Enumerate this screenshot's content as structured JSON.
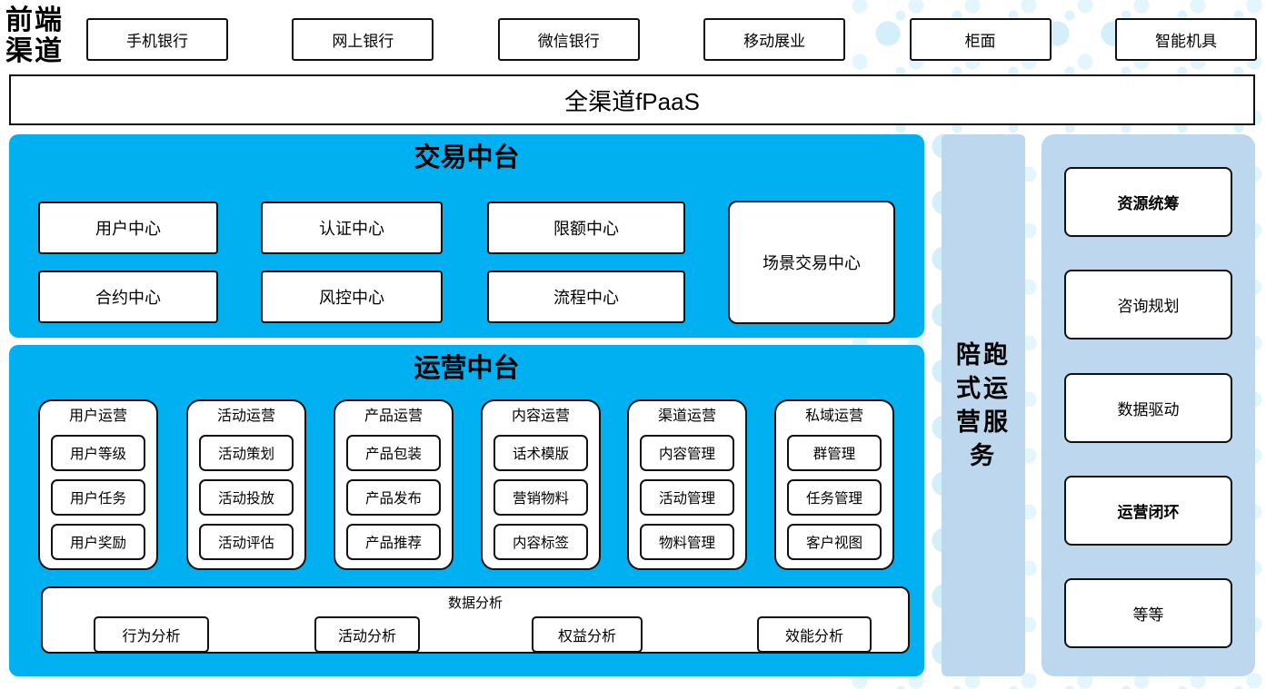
{
  "colors": {
    "cyan": "#00B0F0",
    "light_blue": "#BDD7EE",
    "dot_light": "#D2EFFA"
  },
  "front_channels": {
    "label": "前端渠道",
    "items": [
      "手机银行",
      "网上银行",
      "微信银行",
      "移动展业",
      "柜面",
      "智能机具"
    ]
  },
  "fpaas": {
    "label": "全渠道fPaaS"
  },
  "trade": {
    "title": "交易中台",
    "row1": [
      "用户中心",
      "认证中心",
      "限额中心"
    ],
    "row2": [
      "合约中心",
      "风控中心",
      "流程中心"
    ],
    "tall": "场景交易中心"
  },
  "ops": {
    "title": "运营中台",
    "columns": [
      {
        "header": "用户运营",
        "items": [
          "用户等级",
          "用户任务",
          "用户奖励"
        ]
      },
      {
        "header": "活动运营",
        "items": [
          "活动策划",
          "活动投放",
          "活动评估"
        ]
      },
      {
        "header": "产品运营",
        "items": [
          "产品包装",
          "产品发布",
          "产品推荐"
        ]
      },
      {
        "header": "内容运营",
        "items": [
          "话术模版",
          "营销物料",
          "内容标签"
        ]
      },
      {
        "header": "渠道运营",
        "items": [
          "内容管理",
          "活动管理",
          "物料管理"
        ]
      },
      {
        "header": "私域运营",
        "items": [
          "群管理",
          "任务管理",
          "客户视图"
        ]
      }
    ],
    "analytics": {
      "title": "数据分析",
      "items": [
        "行为分析",
        "活动分析",
        "权益分析",
        "效能分析"
      ]
    }
  },
  "side_service": {
    "label": "陪跑式运营服务"
  },
  "right_panel": {
    "items": [
      "资源统筹",
      "咨询规划",
      "数据驱动",
      "运营闭环",
      "等等"
    ]
  }
}
